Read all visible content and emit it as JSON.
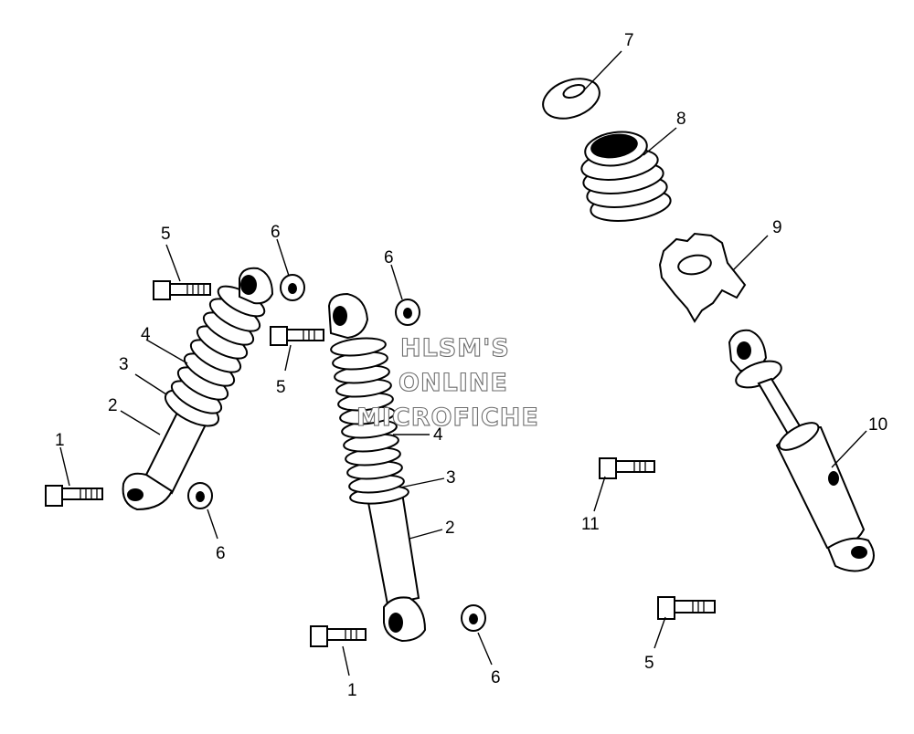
{
  "watermark": {
    "line1": "HLSM'S",
    "line2": "ONLINE",
    "line3": "MICROFICHE"
  },
  "callouts": {
    "left_shock": {
      "bolt_top": "5",
      "nut_top": "6",
      "spring": "4",
      "seat": "3",
      "body": "2",
      "bolt_bottom": "1",
      "nut_bottom": "6"
    },
    "center_shock": {
      "nut_top": "6",
      "bolt_top": "5",
      "spring": "4",
      "seat": "3",
      "body": "2",
      "bolt_bottom": "1",
      "nut_bottom": "6"
    },
    "right_assembly": {
      "clip": "7",
      "bellows": "8",
      "adjuster": "9",
      "damper": "10",
      "bolt_mid": "11",
      "bolt_bottom": "5"
    }
  },
  "colors": {
    "line": "#000000",
    "background": "#ffffff",
    "watermark_stroke": "#6e6e6e"
  }
}
